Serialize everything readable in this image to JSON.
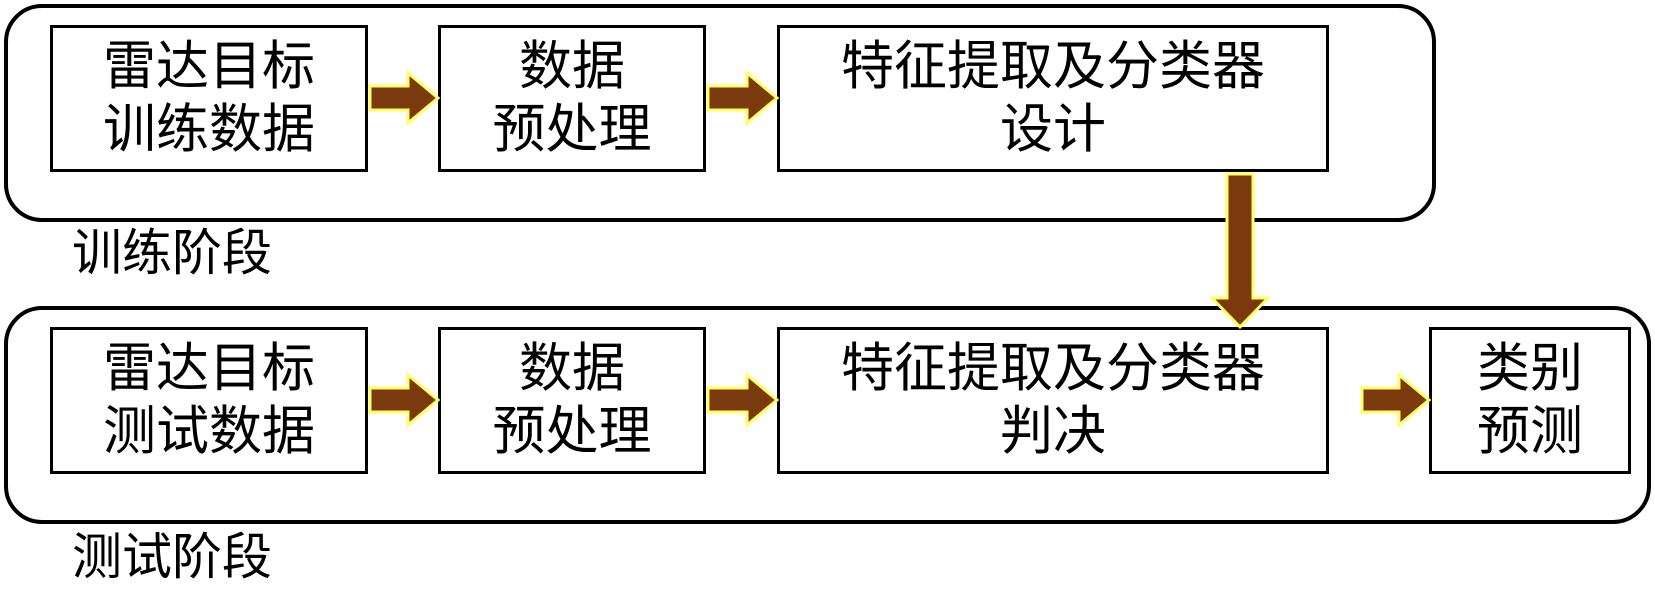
{
  "training": {
    "label": "训练阶段",
    "steps": [
      {
        "line1": "雷达目标",
        "line2": "训练数据"
      },
      {
        "line1": "数据",
        "line2": "预处理"
      },
      {
        "line1": "特征提取及分类器",
        "line2": "设计"
      }
    ]
  },
  "testing": {
    "label": "测试阶段",
    "steps": [
      {
        "line1": "雷达目标",
        "line2": "测试数据"
      },
      {
        "line1": "数据",
        "line2": "预处理"
      },
      {
        "line1": "特征提取及分类器",
        "line2": "判决"
      },
      {
        "line1": "类别",
        "line2": "预测"
      }
    ]
  },
  "colors": {
    "arrow_fill": "#7a3a0e",
    "arrow_outline": "#ffff66",
    "border": "#000000"
  }
}
